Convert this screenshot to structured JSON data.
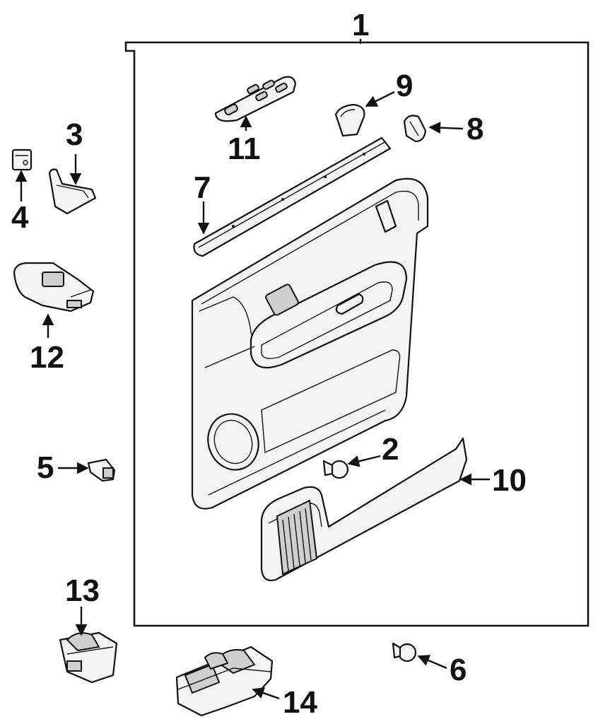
{
  "diagram": {
    "callouts": [
      {
        "id": "1",
        "label": "1"
      },
      {
        "id": "2",
        "label": "2"
      },
      {
        "id": "3",
        "label": "3"
      },
      {
        "id": "4",
        "label": "4"
      },
      {
        "id": "5",
        "label": "5"
      },
      {
        "id": "6",
        "label": "6"
      },
      {
        "id": "7",
        "label": "7"
      },
      {
        "id": "8",
        "label": "8"
      },
      {
        "id": "9",
        "label": "9"
      },
      {
        "id": "10",
        "label": "10"
      },
      {
        "id": "11",
        "label": "11"
      },
      {
        "id": "12",
        "label": "12"
      },
      {
        "id": "13",
        "label": "13"
      },
      {
        "id": "14",
        "label": "14"
      }
    ],
    "colors": {
      "line": "#111111",
      "fill": "#f4f4f4",
      "shade": "#cfcfcf",
      "background": "#ffffff"
    }
  }
}
